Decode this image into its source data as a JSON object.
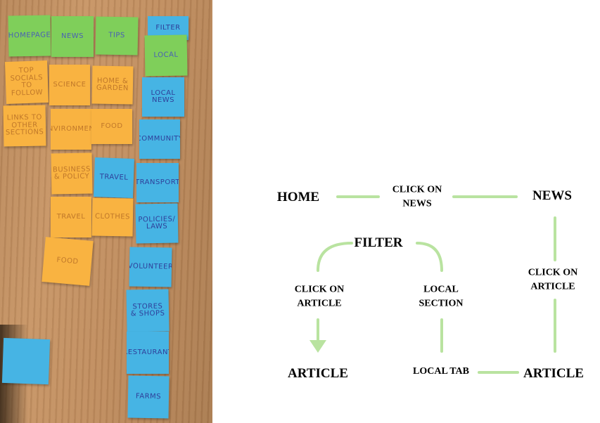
{
  "photo": {
    "notes": [
      {
        "id": "homepage",
        "text": "HOMEPAGE",
        "color": "green"
      },
      {
        "id": "news",
        "text": "NEWS",
        "color": "green"
      },
      {
        "id": "tips",
        "text": "TIPS",
        "color": "green"
      },
      {
        "id": "filter",
        "text": "FILTER",
        "color": "blue"
      },
      {
        "id": "local",
        "text": "LOCAL",
        "color": "green"
      },
      {
        "id": "top-socials",
        "text": "TOP SOCIALS TO FOLLOW",
        "color": "orange"
      },
      {
        "id": "science",
        "text": "SCIENCE",
        "color": "orange"
      },
      {
        "id": "home-garden",
        "text": "HOME & GARDEN",
        "color": "orange"
      },
      {
        "id": "local-news",
        "text": "LOCAL NEWS",
        "color": "blue"
      },
      {
        "id": "links-to-other",
        "text": "LINKS TO OTHER SECTIONS",
        "color": "orange"
      },
      {
        "id": "environment",
        "text": "ENVIRONMENT",
        "color": "orange"
      },
      {
        "id": "food-1",
        "text": "FOOD",
        "color": "orange"
      },
      {
        "id": "community",
        "text": "COMMUNITY",
        "color": "blue"
      },
      {
        "id": "business-policy",
        "text": "BUSINESS & POLICY",
        "color": "orange"
      },
      {
        "id": "travel-blue",
        "text": "TRAVEL",
        "color": "blue"
      },
      {
        "id": "transport",
        "text": "TRANSPORT",
        "color": "blue"
      },
      {
        "id": "travel-orange",
        "text": "TRAVEL",
        "color": "orange"
      },
      {
        "id": "clothes",
        "text": "CLOTHES",
        "color": "orange"
      },
      {
        "id": "policies-laws",
        "text": "POLICIES/ LAWS",
        "color": "blue"
      },
      {
        "id": "food-2",
        "text": "FOOD",
        "color": "orange"
      },
      {
        "id": "volunteer",
        "text": "VOLUNTEER",
        "color": "blue"
      },
      {
        "id": "stores-shops",
        "text": "STORES & SHOPS",
        "color": "blue"
      },
      {
        "id": "restaurant",
        "text": "RESTAURANT",
        "color": "blue"
      },
      {
        "id": "farms",
        "text": "FARMS",
        "color": "blue"
      },
      {
        "id": "blank",
        "text": "",
        "color": "blue"
      }
    ]
  },
  "diagram": {
    "nodes": {
      "home": "HOME",
      "news": "NEWS",
      "filter": "FILTER",
      "article_left": "ARTICLE",
      "local_tab": "LOCAL TAB",
      "article_right": "ARTICLE"
    },
    "edges": {
      "home_news": [
        "CLICK ON",
        "NEWS"
      ],
      "filter_article": [
        "CLICK ON",
        "ARTICLE"
      ],
      "filter_local": [
        "LOCAL",
        "SECTION"
      ],
      "news_article": [
        "CLICK ON",
        "ARTICLE"
      ]
    },
    "colors": {
      "connector": "#b9e3a0",
      "text": "#000000"
    }
  }
}
